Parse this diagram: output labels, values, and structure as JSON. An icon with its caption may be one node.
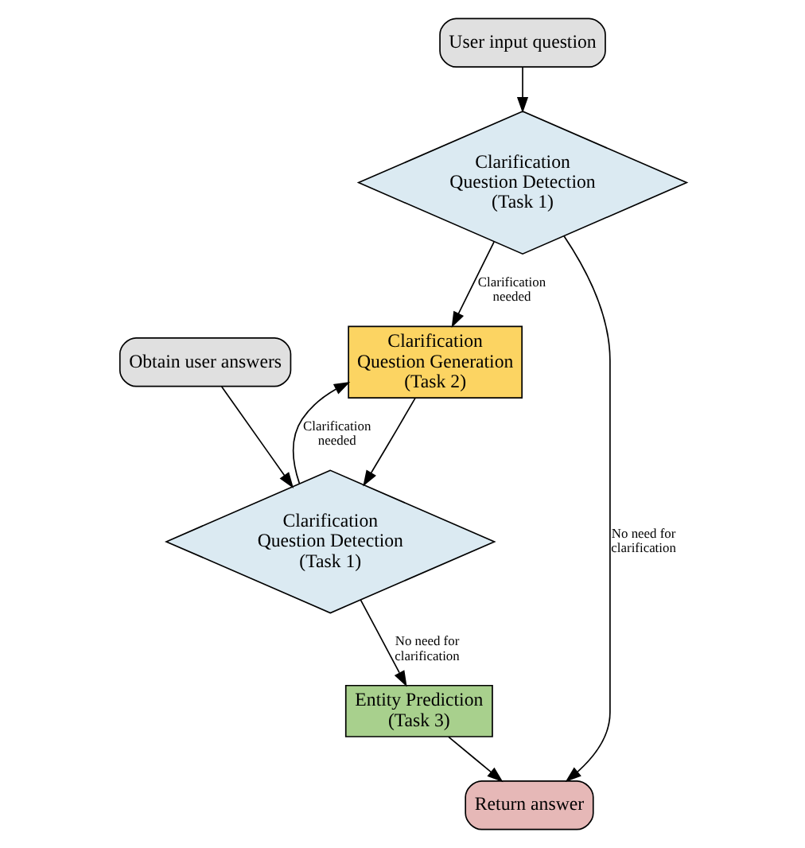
{
  "diagram": {
    "nodes": [
      {
        "text": [
          "User input question"
        ]
      },
      {
        "text": [
          "Clarification Question Detection (Task 1)"
        ]
      },
      {
        "text": [
          "Clarification Question Generation (Task 2)"
        ]
      },
      {
        "text": [
          "Obtain user answers"
        ]
      },
      {
        "text": [
          "Clarification Question Detection (Task 1)"
        ]
      },
      {
        "text": [
          "Entity Prediction (Task 3)"
        ]
      },
      {
        "text": [
          "Return answer"
        ]
      }
    ],
    "edges": [
      {
        "from": 0,
        "to": 1,
        "arrow": "to"
      },
      {
        "from": 1,
        "to": 2,
        "arrow": "to",
        "label": "Clarification needed"
      },
      {
        "from": 2,
        "to": 4,
        "arrow": "to"
      },
      {
        "from": 3,
        "to": 4,
        "arrow": "to"
      },
      {
        "from": 4,
        "to": 2,
        "arrow": "to",
        "label": "Clarification needed"
      },
      {
        "from": 4,
        "to": 5,
        "arrow": "to",
        "label": "No need for clarification"
      },
      {
        "from": 5,
        "to": 6,
        "arrow": "to"
      },
      {
        "from": 1,
        "to": 6,
        "arrow": "to",
        "label": "No need for clarification"
      }
    ]
  }
}
